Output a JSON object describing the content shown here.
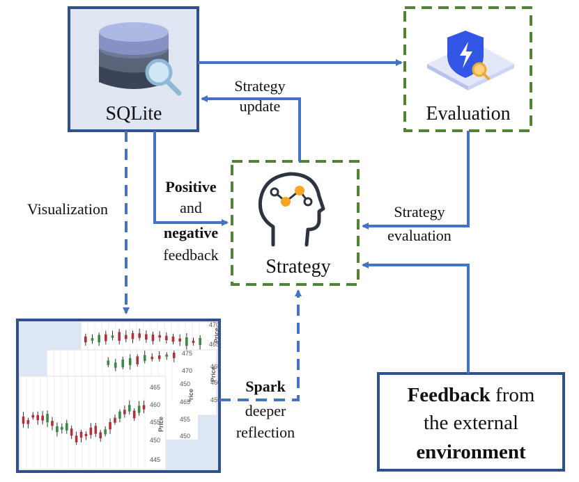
{
  "nodes": {
    "sqlite": {
      "label": "SQLite",
      "icon": "database-search-icon"
    },
    "evaluation": {
      "label": "Evaluation",
      "icon": "shield-search-icon"
    },
    "strategy": {
      "label": "Strategy",
      "icon": "brain-head-icon"
    },
    "external": {
      "line1_bold": "Feedback",
      "line1_rest": " from",
      "line2": "the external",
      "line3_bold": "environment"
    },
    "visualization_panel": {
      "icon": "candlestick-chart-icon",
      "charts": [
        {
          "y_title": "Price",
          "ticks": [
            "470",
            "465"
          ]
        },
        {
          "y_title": "Price",
          "ticks": [
            "475",
            "470",
            "465",
            "460",
            "455",
            "450"
          ]
        },
        {
          "y_title": "Price",
          "ticks": [
            "465",
            "460",
            "455",
            "450",
            "445"
          ]
        }
      ],
      "extra_ticks": [
        "465",
        "460",
        "455",
        "450"
      ]
    }
  },
  "edges": {
    "strategy_update": {
      "line1": "Strategy",
      "line2": "update"
    },
    "visualization": {
      "label": "Visualization"
    },
    "feedback": {
      "line1": "Positive",
      "line2": "and",
      "line3": "negative",
      "line4": "feedback"
    },
    "strategy_evaluation": {
      "line1": "Strategy",
      "line2": "evaluation"
    },
    "spark": {
      "line1": "Spark",
      "line2": "deeper",
      "line3": "reflection"
    }
  },
  "colors": {
    "arrow": "#4472c4",
    "box_border": "#2f4f8f",
    "dashed_border": "#548235",
    "sqlite_fill": "#dfe6f2",
    "external_border": "#2f4f8f"
  }
}
